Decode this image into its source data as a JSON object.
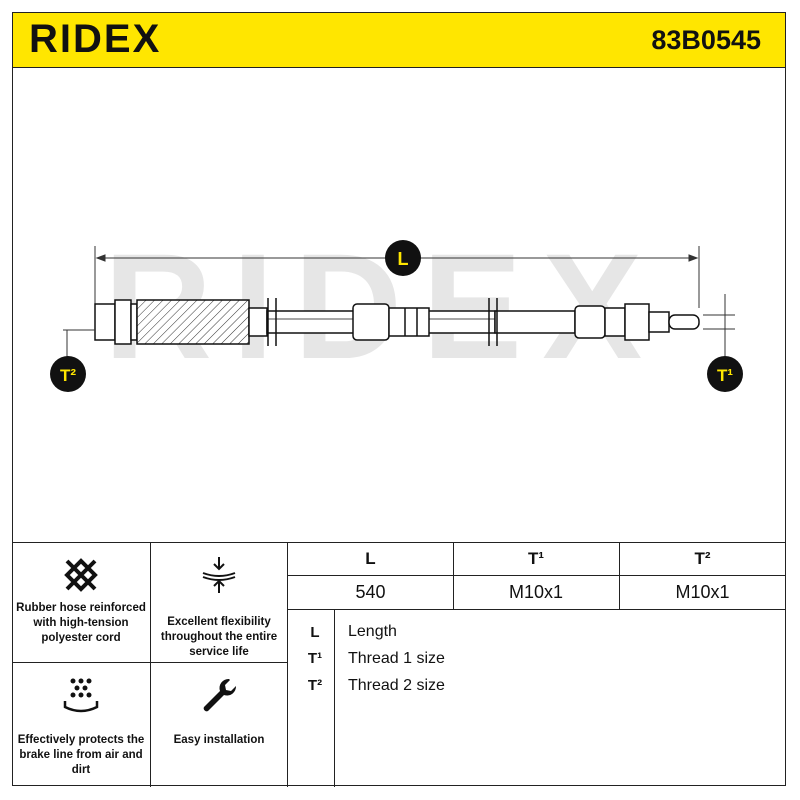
{
  "header": {
    "brand": "RIDEX",
    "part_number": "83B0545"
  },
  "drawing": {
    "watermark": "RIDEX",
    "label_length": "L",
    "label_t1": "T¹",
    "label_t2": "T²"
  },
  "features": [
    {
      "icon": "mesh-cross-icon",
      "text": "Rubber hose reinforced with high-tension polyester cord"
    },
    {
      "icon": "flex-arrows-icon",
      "text": "Excellent flexibility throughout the entire service life"
    },
    {
      "icon": "dots-shield-icon",
      "text": "Effectively protects the brake line from air and dirt"
    },
    {
      "icon": "wrench-icon",
      "text": "Easy installation"
    }
  ],
  "spec_table": {
    "headers": [
      "L",
      "T¹",
      "T²"
    ],
    "values": [
      "540",
      "M10x1",
      "M10x1"
    ]
  },
  "legend": [
    {
      "key": "L",
      "desc": "Length"
    },
    {
      "key": "T¹",
      "desc": "Thread 1 size"
    },
    {
      "key": "T²",
      "desc": "Thread 2 size"
    }
  ],
  "colors": {
    "brand_yellow": "#ffe600",
    "ink": "#111111",
    "watermark": "#e6e6e6"
  }
}
